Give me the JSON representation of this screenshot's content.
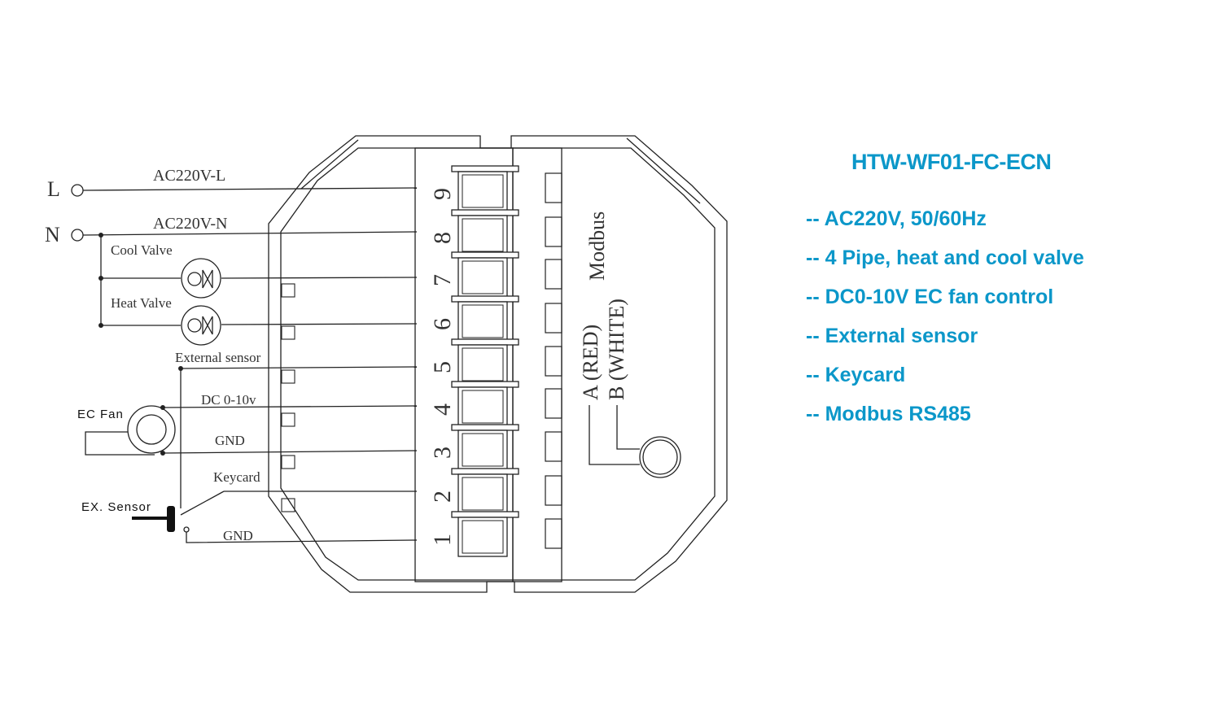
{
  "colors": {
    "accent": "#0b97c9",
    "line": "#222222"
  },
  "model": "HTW-WF01-FC-ECN",
  "features": [
    "-- AC220V, 50/60Hz",
    "-- 4 Pipe, heat and cool valve",
    "-- DC0-10V EC fan control",
    "-- External sensor",
    "-- Keycard",
    "-- Modbus RS485"
  ],
  "diagram": {
    "L": "L",
    "N": "N",
    "ac_l": "AC220V-L",
    "ac_n": "AC220V-N",
    "cool_valve": "Cool Valve",
    "heat_valve": "Heat Valve",
    "ext_sensor": "External sensor",
    "dc": "DC 0-10v",
    "gnd1": "GND",
    "keycard": "Keycard",
    "gnd2": "GND",
    "ec_fan": "EC Fan",
    "ex_sensor": "EX. Sensor",
    "terminals": [
      "9",
      "8",
      "7",
      "6",
      "5",
      "4",
      "3",
      "2",
      "1"
    ],
    "modbus": "Modbus",
    "a_red": "A (RED)",
    "b_white": "B (WHITE)"
  }
}
